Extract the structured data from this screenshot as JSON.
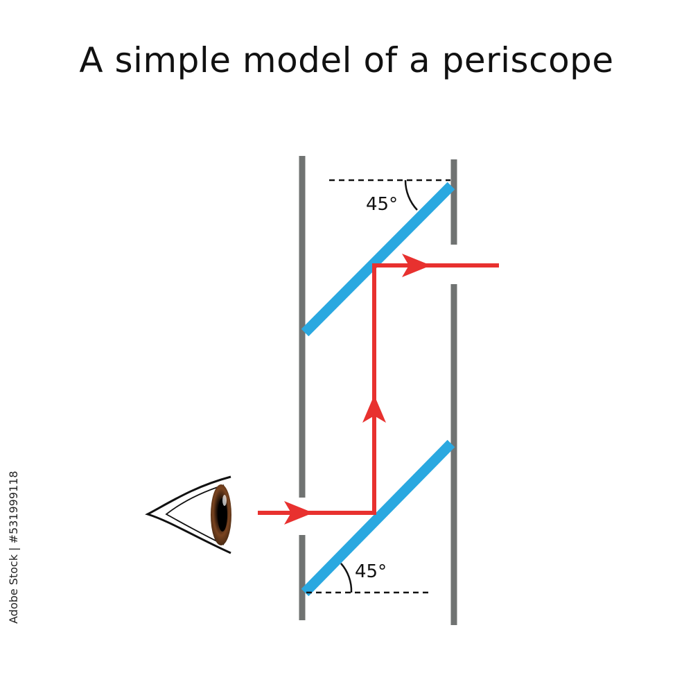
{
  "title": "A simple model of a periscope",
  "labels": {
    "top_angle": "45°",
    "bottom_angle": "45°"
  },
  "stock_id": "Adobe Stock | #531999118",
  "colors": {
    "tube_wall": "#707372",
    "mirror": "#2aa8e0",
    "light_ray": "#e8312f",
    "eye_iris": "#6b3a1e",
    "eye_outline": "#111111",
    "guide_line": "#111111"
  },
  "icons": {
    "eye": "eye-icon"
  }
}
